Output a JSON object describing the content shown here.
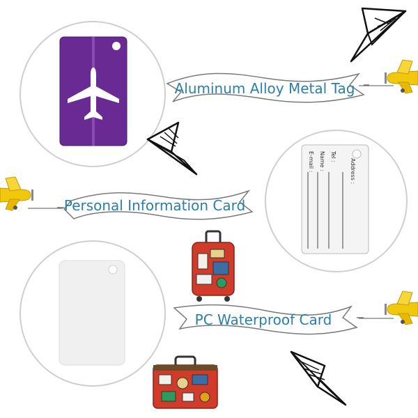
{
  "banners": {
    "aluminum": "Aluminum Alloy Metal Tag",
    "personal": "Personal Information Card",
    "pc": "PC Waterproof Card"
  },
  "card_fields": {
    "address": "Address :",
    "tel": "Tel :",
    "name": "Name :",
    "email": "E-mail :"
  },
  "colors": {
    "purple_tag": "#6a2a93",
    "banner_text": "#2b7ea8",
    "plane_yellow": "#f2c80f",
    "suitcase_red": "#d13b2a"
  },
  "icons": {
    "tag_airplane": "airplane-icon",
    "paper_plane": "paper-plane-icon",
    "toy_plane": "toy-plane-icon",
    "suitcase": "suitcase-icon",
    "luggage": "luggage-icon"
  }
}
